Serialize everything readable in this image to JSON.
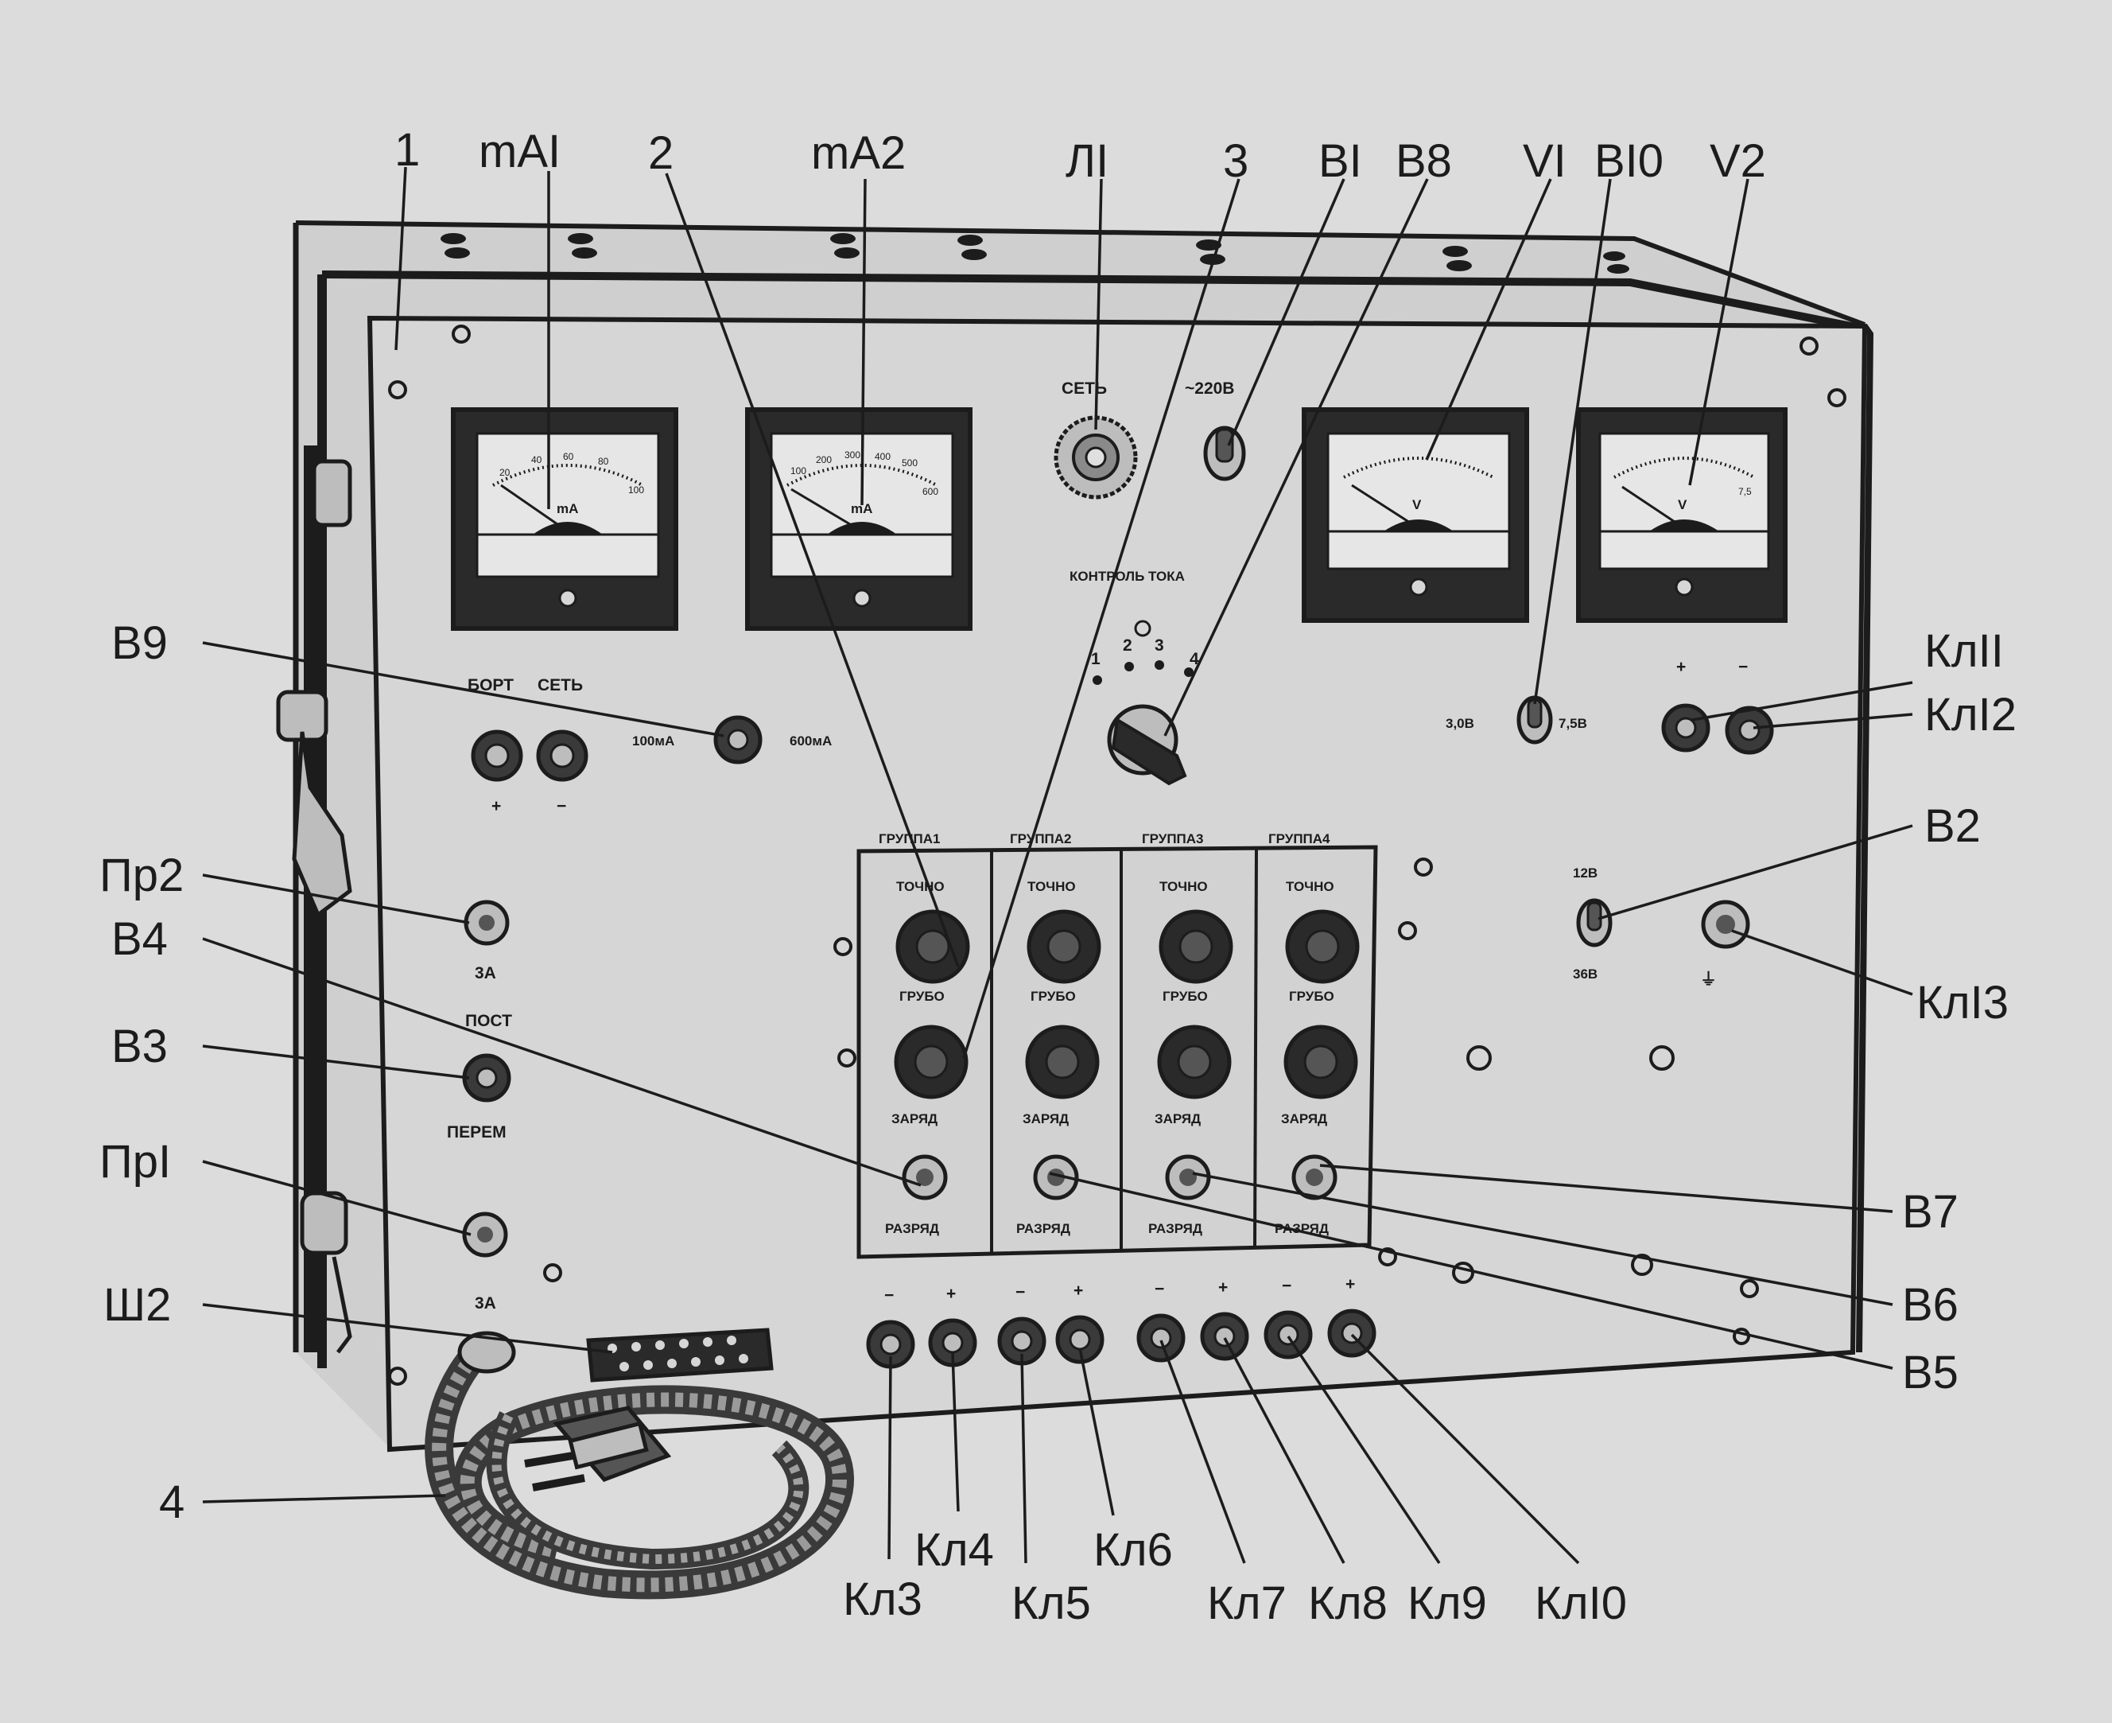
{
  "callouts": {
    "c1": "1",
    "mA1": "mAI",
    "c2": "2",
    "mA2": "mA2",
    "L1": "ЛI",
    "c3": "3",
    "B1": "BI",
    "B8": "B8",
    "V1": "VI",
    "B10": "BI0",
    "V2": "V2",
    "B9": "B9",
    "Pr2": "Пр2",
    "B4": "B4",
    "B3": "B3",
    "Pr1": "ПрI",
    "Sh2": "Ш2",
    "c4": "4",
    "Kl11": "КлII",
    "Kl12": "КлI2",
    "B2": "B2",
    "Kl13": "КлI3",
    "B7": "B7",
    "B6": "B6",
    "B5": "B5",
    "Kl3": "Кл3",
    "Kl4": "Кл4",
    "Kl5": "Кл5",
    "Kl6": "Кл6",
    "Kl7": "Кл7",
    "Kl8": "Кл8",
    "Kl9": "Кл9",
    "Kl10": "КлI0"
  },
  "panel_labels": {
    "set": "СЕТЬ",
    "v220": "~220В",
    "kontrol": "КОНТРОЛЬ ТОКА",
    "pos1": "1",
    "pos2": "2",
    "pos3": "3",
    "pos4": "4",
    "bort": "БОРТ",
    "set2": "СЕТЬ",
    "plus_left": "+",
    "minus_left": "−",
    "ma100": "100мА",
    "ma600": "600мА",
    "za1": "3А",
    "post": "ПОСТ",
    "perem": "ПЕРЕМ",
    "za2": "3А",
    "v3": "3,0В",
    "v75": "7,5В",
    "plus_right": "+",
    "minus_right": "−",
    "v12": "12В",
    "v36": "36В",
    "ground": "⏚",
    "groups": [
      "ГРУППА1",
      "ГРУППА2",
      "ГРУППА3",
      "ГРУППА4"
    ],
    "tochno": "ТОЧНО",
    "grubo": "ГРУБО",
    "zaryad": "ЗАРЯД",
    "razryad": "РАЗРЯД",
    "polarity": [
      "−",
      "+",
      "−",
      "+",
      "−",
      "+",
      "−",
      "+"
    ]
  },
  "meters": {
    "mA1": {
      "unit": "mA",
      "scale": [
        "20",
        "40",
        "60",
        "80",
        "100"
      ]
    },
    "mA2": {
      "unit": "mA",
      "scale": [
        "100",
        "200",
        "300",
        "400",
        "500",
        "600"
      ]
    },
    "V1": {
      "unit": "V"
    },
    "V2": {
      "unit": "V",
      "scale": [
        "7,5"
      ]
    }
  },
  "colors": {
    "ink": "#1c1c1c",
    "paper": "#dcdcdc",
    "panel": "#d2d2d2",
    "meter_face": "#e6e6e6"
  }
}
